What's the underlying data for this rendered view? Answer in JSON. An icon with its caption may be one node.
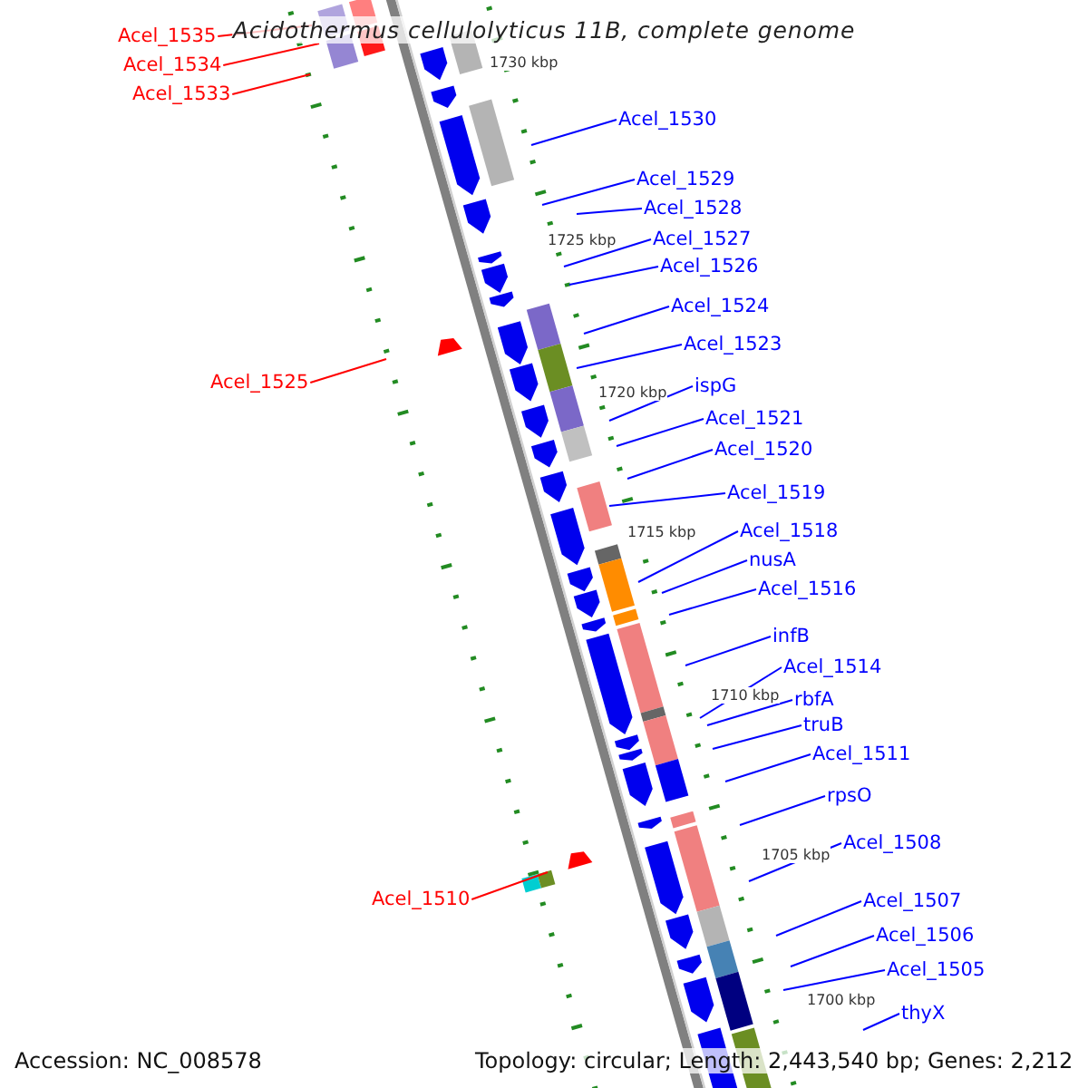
{
  "diagram": {
    "title": "Acidothermus cellulolyticus 11B, complete genome",
    "nodes": [
      {
        "text": [
          "Acel_1535"
        ]
      },
      {
        "text": [
          "Acel_1534"
        ]
      },
      {
        "text": [
          "Acel_1533"
        ]
      },
      {
        "text": [
          "Acel_1530"
        ]
      },
      {
        "text": [
          "Acel_1529"
        ]
      },
      {
        "text": [
          "Acel_1528"
        ]
      },
      {
        "text": [
          "Acel_1527"
        ]
      },
      {
        "text": [
          "Acel_1526"
        ]
      },
      {
        "text": [
          "Acel_1524"
        ]
      },
      {
        "text": [
          "Acel_1523"
        ]
      },
      {
        "text": [
          "Acel_1525"
        ]
      },
      {
        "text": [
          "ispG"
        ]
      },
      {
        "text": [
          "Acel_1521"
        ]
      },
      {
        "text": [
          "Acel_1520"
        ]
      },
      {
        "text": [
          "Acel_1519"
        ]
      },
      {
        "text": [
          "Acel_1518"
        ]
      },
      {
        "text": [
          "nusA"
        ]
      },
      {
        "text": [
          "Acel_1516"
        ]
      },
      {
        "text": [
          "infB"
        ]
      },
      {
        "text": [
          "Acel_1514"
        ]
      },
      {
        "text": [
          "rbfA"
        ]
      },
      {
        "text": [
          "truB"
        ]
      },
      {
        "text": [
          "Acel_1511"
        ]
      },
      {
        "text": [
          "rpsO"
        ]
      },
      {
        "text": [
          "Acel_1508"
        ]
      },
      {
        "text": [
          "Acel_1510"
        ]
      },
      {
        "text": [
          "Acel_1507"
        ]
      },
      {
        "text": [
          "Acel_1506"
        ]
      },
      {
        "text": [
          "Acel_1505"
        ]
      },
      {
        "text": [
          "thyX"
        ]
      }
    ],
    "edges": [
      {
        "from": 0,
        "to": null,
        "arrow": "none",
        "color": "#ff0000"
      },
      {
        "from": 1,
        "to": null,
        "arrow": "none",
        "color": "#ff0000"
      },
      {
        "from": 2,
        "to": null,
        "arrow": "none",
        "color": "#ff0000"
      },
      {
        "from": 3,
        "to": null,
        "arrow": "none"
      },
      {
        "from": 4,
        "to": null,
        "arrow": "none"
      },
      {
        "from": 5,
        "to": null,
        "arrow": "none"
      },
      {
        "from": 6,
        "to": null,
        "arrow": "none"
      },
      {
        "from": 7,
        "to": null,
        "arrow": "none"
      },
      {
        "from": 8,
        "to": null,
        "arrow": "none"
      },
      {
        "from": 9,
        "to": null,
        "arrow": "none"
      },
      {
        "from": 10,
        "to": null,
        "arrow": "none",
        "color": "#ff0000"
      },
      {
        "from": 11,
        "to": null,
        "arrow": "none"
      },
      {
        "from": 12,
        "to": null,
        "arrow": "none"
      },
      {
        "from": 13,
        "to": null,
        "arrow": "none"
      },
      {
        "from": 14,
        "to": null,
        "arrow": "none"
      },
      {
        "from": 15,
        "to": null,
        "arrow": "none"
      },
      {
        "from": 16,
        "to": null,
        "arrow": "none"
      },
      {
        "from": 17,
        "to": null,
        "arrow": "none"
      },
      {
        "from": 18,
        "to": null,
        "arrow": "none"
      },
      {
        "from": 19,
        "to": null,
        "arrow": "none"
      },
      {
        "from": 20,
        "to": null,
        "arrow": "none"
      },
      {
        "from": 21,
        "to": null,
        "arrow": "none"
      },
      {
        "from": 22,
        "to": null,
        "arrow": "none"
      },
      {
        "from": 23,
        "to": null,
        "arrow": "none"
      },
      {
        "from": 24,
        "to": null,
        "arrow": "none"
      },
      {
        "from": 25,
        "to": null,
        "arrow": "none",
        "color": "#ff0000"
      },
      {
        "from": 26,
        "to": null,
        "arrow": "none"
      },
      {
        "from": 27,
        "to": null,
        "arrow": "none"
      },
      {
        "from": 28,
        "to": null,
        "arrow": "none"
      },
      {
        "from": 29,
        "to": null,
        "arrow": "none"
      }
    ],
    "labels": [
      "1730 kbp",
      "1725 kbp",
      "1720 kbp",
      "1715 kbp",
      "1710 kbp",
      "1705 kbp",
      "1700 kbp",
      "Accession: NC_008578",
      "Topology: circular; Length: 2,443,540 bp; Genes: 2,212"
    ]
  }
}
